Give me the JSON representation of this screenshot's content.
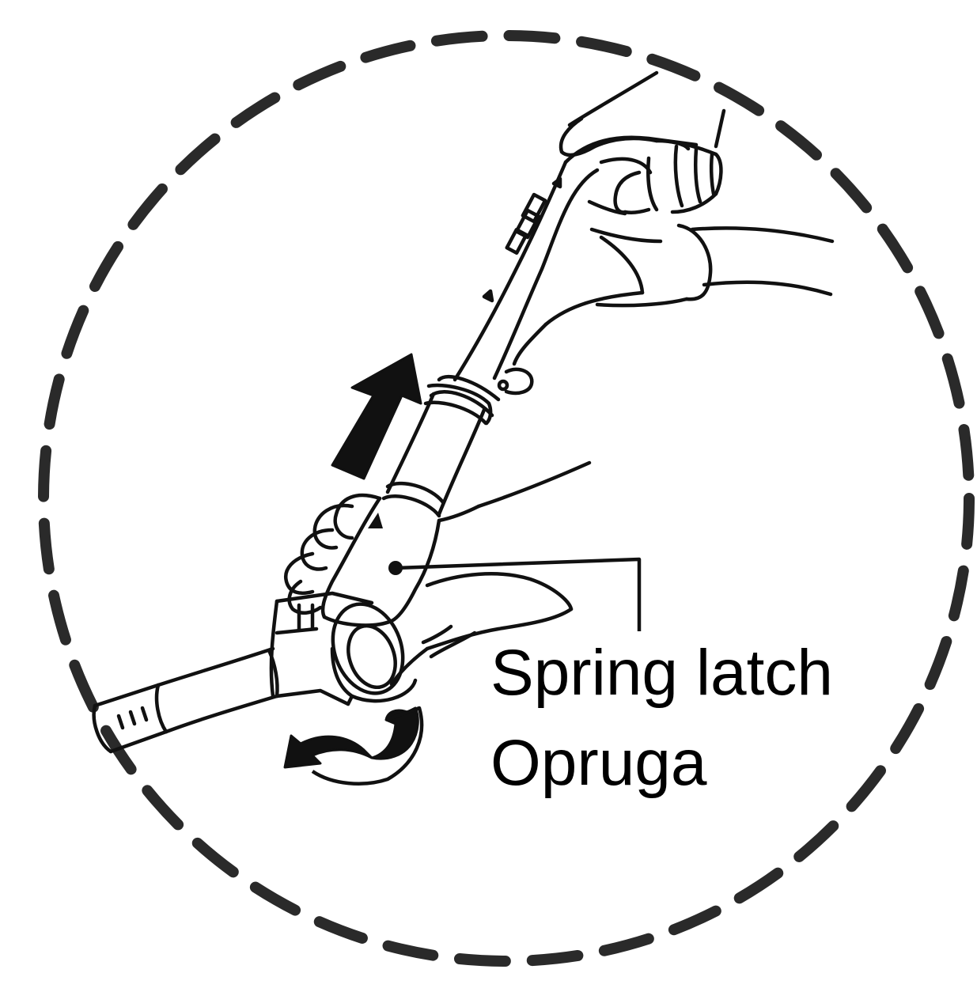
{
  "figure": {
    "kind": "instruction-illustration",
    "subject": "vacuum cleaner handle with hose and telescopic tube",
    "callout": {
      "line1": "Spring latch",
      "line2": "Opruga"
    },
    "icons": {
      "push_arrow": "push-up-arrow-icon",
      "twist_arrow": "twist-rotate-arrow-icon",
      "latch_dot": "latch-marker-dot-icon"
    },
    "colors": {
      "ink": "#111111",
      "background": "#ffffff",
      "frame": "#2a2a2a"
    }
  }
}
